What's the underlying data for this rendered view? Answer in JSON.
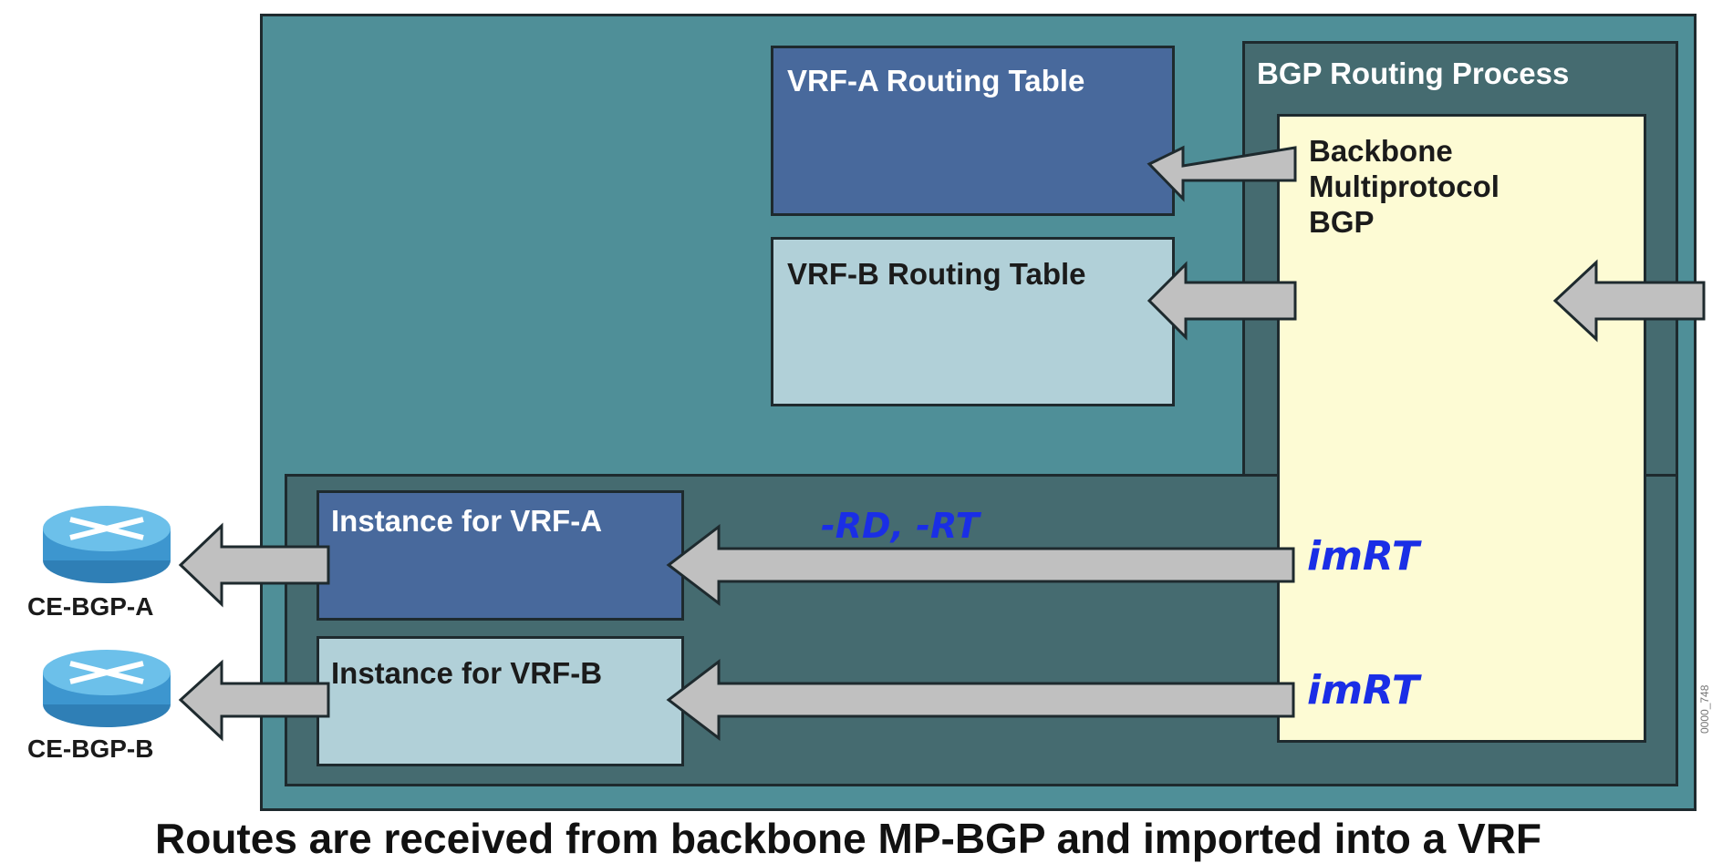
{
  "diagram": {
    "bgp_process_title": "BGP Routing Process",
    "backbone_lines": [
      "Backbone",
      "Multiprotocol",
      "BGP"
    ],
    "vrf_a_table": "VRF-A Routing Table",
    "vrf_b_table": "VRF-B Routing Table",
    "instance_vrf_a": "Instance for VRF-A",
    "instance_vrf_b": "Instance for VRF-B",
    "ce_a": "CE-BGP-A",
    "ce_b": "CE-BGP-B",
    "footer": "Routes are received from backbone MP-BGP and imported into a VRF",
    "figure_code": "0000_748",
    "annotations": {
      "rd_rt": "-RD, -RT",
      "im_rt_1": "imRT",
      "im_rt_2": "imRT"
    }
  },
  "colors": {
    "router_body": "#4f8f98",
    "bgp_process": "#456b70",
    "bgp_inner": "#fdfbd4",
    "table_dark": "#48699c",
    "table_light": "#b1d0d8",
    "arrow_fill": "#c0c0c0",
    "handwriting": "#1a2ee6"
  }
}
